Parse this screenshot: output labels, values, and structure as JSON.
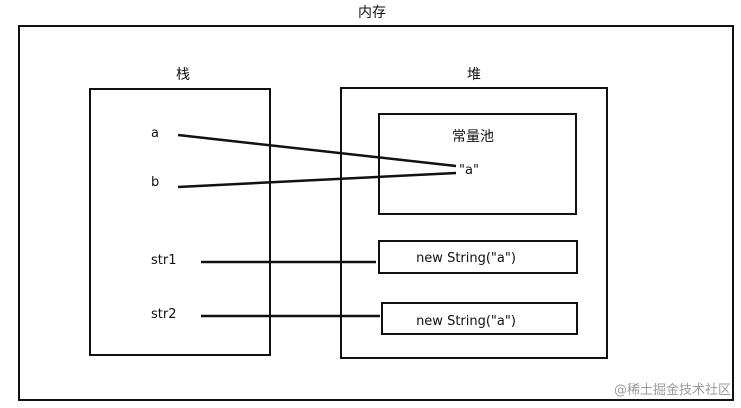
{
  "memory": {
    "title": "内存"
  },
  "stack": {
    "title": "栈",
    "vars": {
      "a": "a",
      "b": "b",
      "str1": "str1",
      "str2": "str2"
    }
  },
  "heap": {
    "title": "堆",
    "constant_pool": {
      "title": "常量池",
      "literal": "\"a\""
    },
    "objects": {
      "obj1": "new String(\"a\")",
      "obj2": "new String(\"a\")"
    }
  },
  "watermark": "@稀土掘金技术社区"
}
